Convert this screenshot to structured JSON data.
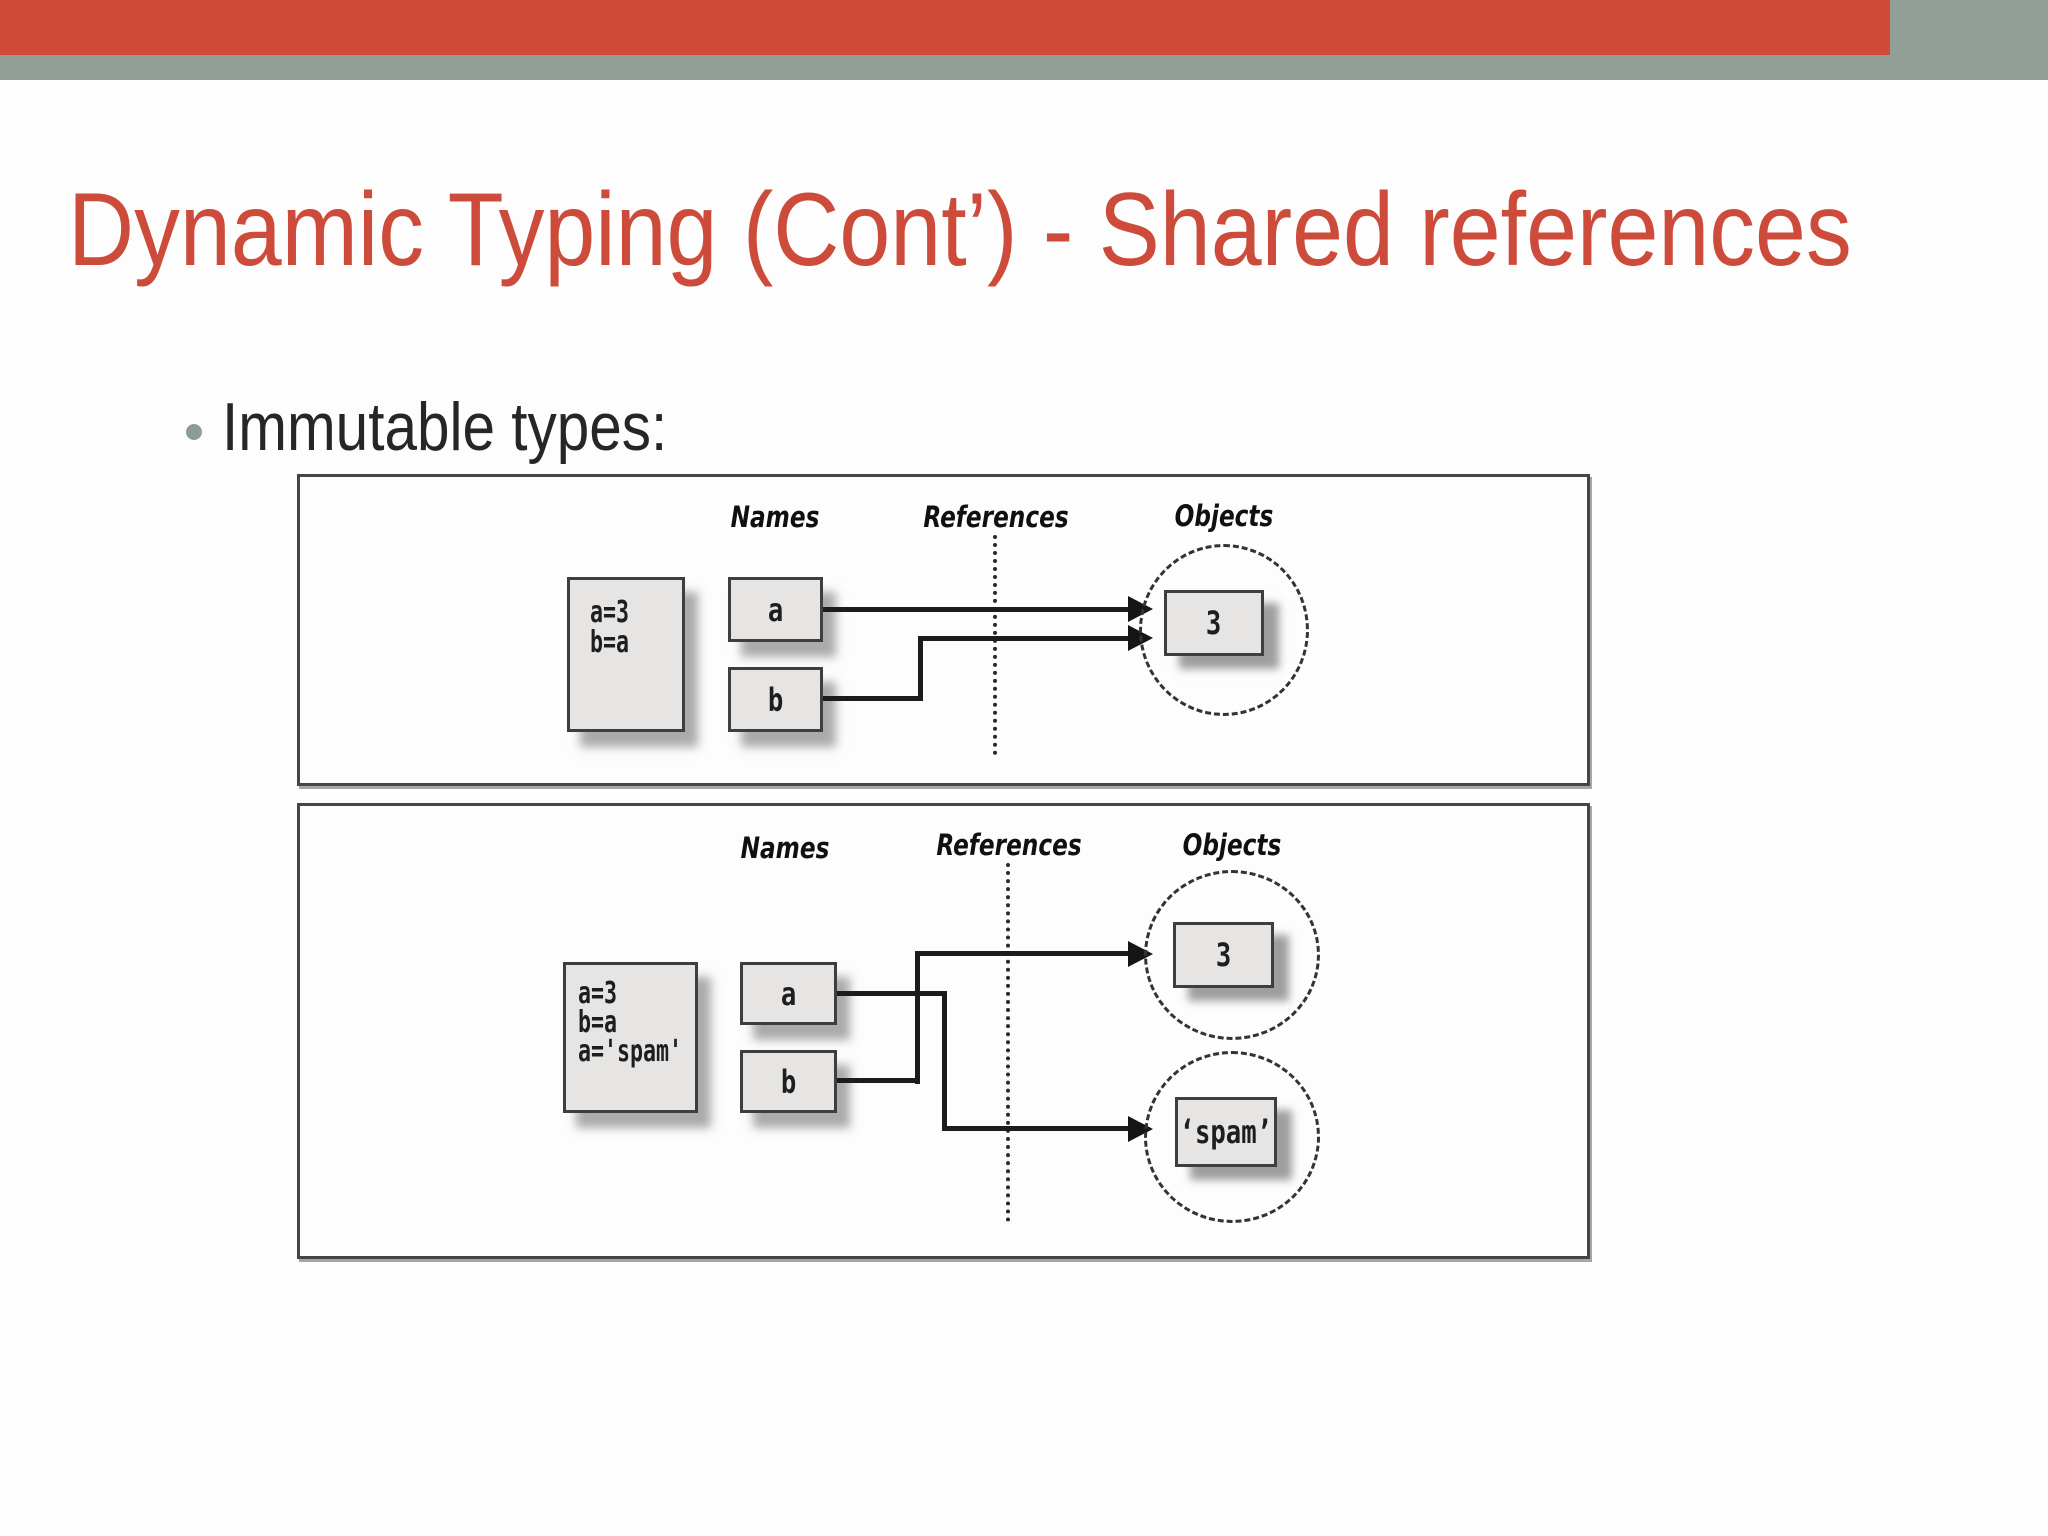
{
  "slide": {
    "title": "Dynamic Typing (Cont’) - Shared references",
    "bullet": "Immutable types:",
    "colors": {
      "accent": "#d04b38",
      "band": "#929f99",
      "title": "#cd4b3a"
    }
  },
  "figure1": {
    "headers": {
      "names": "Names",
      "references": "References",
      "objects": "Objects"
    },
    "code_lines": [
      "a=3",
      "b=a"
    ],
    "name_boxes": [
      "a",
      "b"
    ],
    "object_boxes": [
      "3"
    ]
  },
  "figure2": {
    "headers": {
      "names": "Names",
      "references": "References",
      "objects": "Objects"
    },
    "code_lines": [
      "a=3",
      "b=a",
      "a='spam'"
    ],
    "name_boxes": [
      "a",
      "b"
    ],
    "object_boxes": [
      "3",
      "‘spam’"
    ]
  }
}
